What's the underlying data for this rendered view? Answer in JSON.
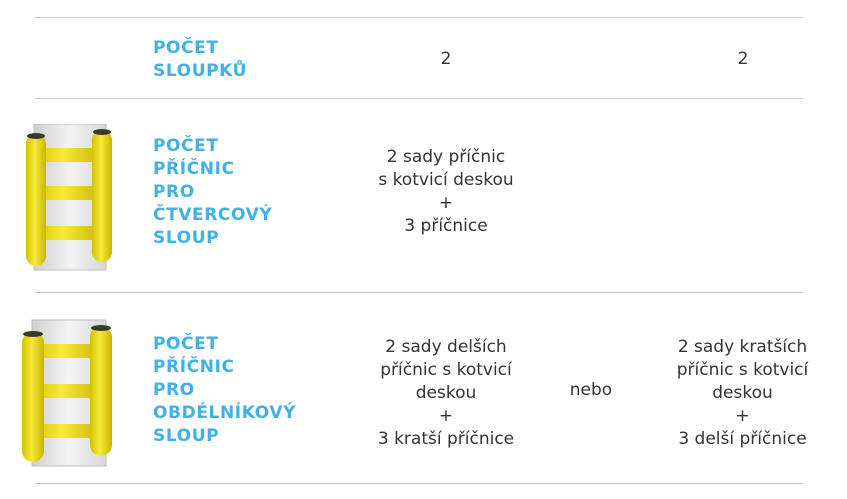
{
  "rows": [
    {
      "label": "POČET\nSLOUPKŮ",
      "value_a": "2",
      "value_b": "2"
    },
    {
      "label": "POČET\nPŘÍČNIC\nPRO\nČTVERCOVÝ\nSLOUP",
      "value_a": "2 sady příčnic\ns kotvicí deskou\n+\n3 příčnice",
      "value_b": ""
    },
    {
      "label": "POČET\nPŘÍČNIC\nPRO\nOBDÉLNÍKOVÝ\nSLOUP",
      "value_a": "2 sady delších\npříčnic s kotvicí\ndeskou\n+\n3 kratší příčnice",
      "connector": "nebo",
      "value_b": "2 sady kratších\npříčnic s kotvicí\ndeskou\n+\n3 delší příčnice"
    }
  ],
  "icons": {
    "square_column_guard": "square-column-guard-icon",
    "rectangular_column_guard": "rectangular-column-guard-icon"
  },
  "colors": {
    "label": "#3fb1e6",
    "text": "#333333",
    "divider": "#c9c9c9",
    "guard_yellow": "#f2e21c"
  }
}
